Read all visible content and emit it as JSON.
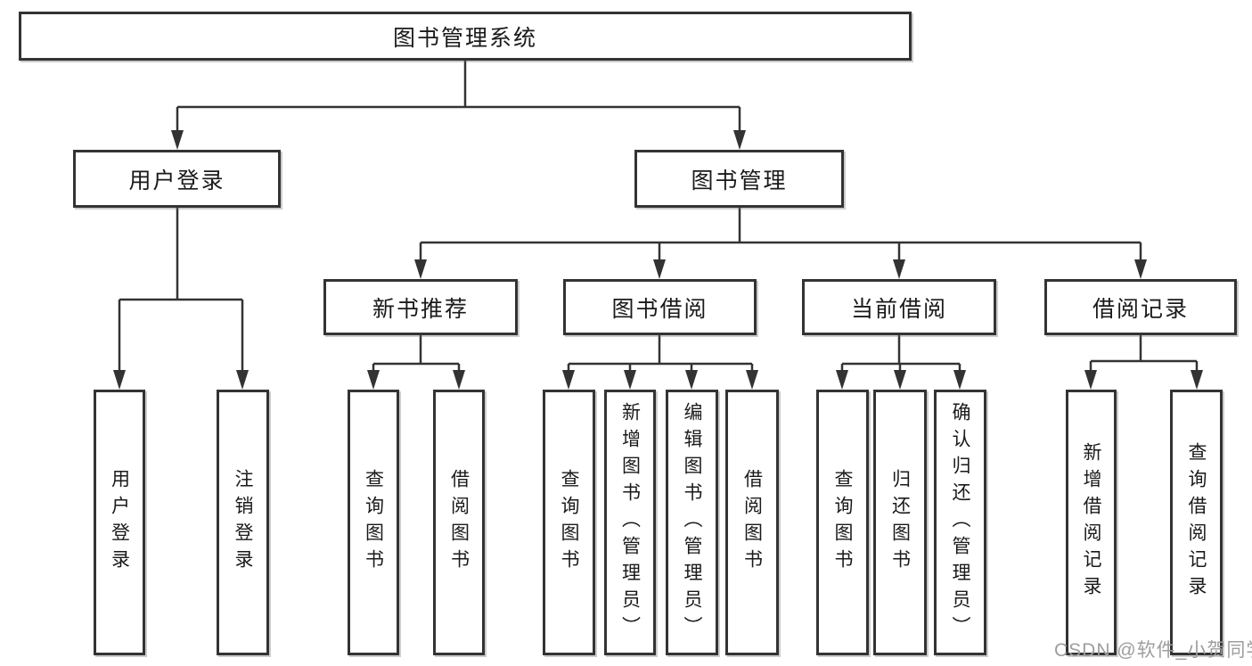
{
  "diagram": {
    "root": {
      "label": "图书管理系统"
    },
    "user_branch": {
      "label": "用户登录",
      "children": [
        {
          "label": "用户登录"
        },
        {
          "label": "注销登录"
        }
      ]
    },
    "mgmt_branch": {
      "label": "图书管理",
      "groups": [
        {
          "label": "新书推荐",
          "children": [
            {
              "label": "查询图书"
            },
            {
              "label": "借阅图书"
            }
          ]
        },
        {
          "label": "图书借阅",
          "children": [
            {
              "label": "查询图书"
            },
            {
              "label": "新增图书（管理员）"
            },
            {
              "label": "编辑图书（管理员）"
            },
            {
              "label": "借阅图书"
            }
          ]
        },
        {
          "label": "当前借阅",
          "children": [
            {
              "label": "查询图书"
            },
            {
              "label": "归还图书"
            },
            {
              "label": "确认归还（管理员）"
            }
          ]
        },
        {
          "label": "借阅记录",
          "children": [
            {
              "label": "新增借阅记录"
            },
            {
              "label": "查询借阅记录"
            }
          ]
        }
      ]
    }
  },
  "watermark": {
    "text": "CSDN @软件_小贺同学",
    "color": "#9e9e9e"
  },
  "colors": {
    "line": "#333333",
    "node_border": "#333333",
    "node_fill": "#ffffff",
    "text": "#1a1a1a",
    "background": "#ffffff"
  }
}
